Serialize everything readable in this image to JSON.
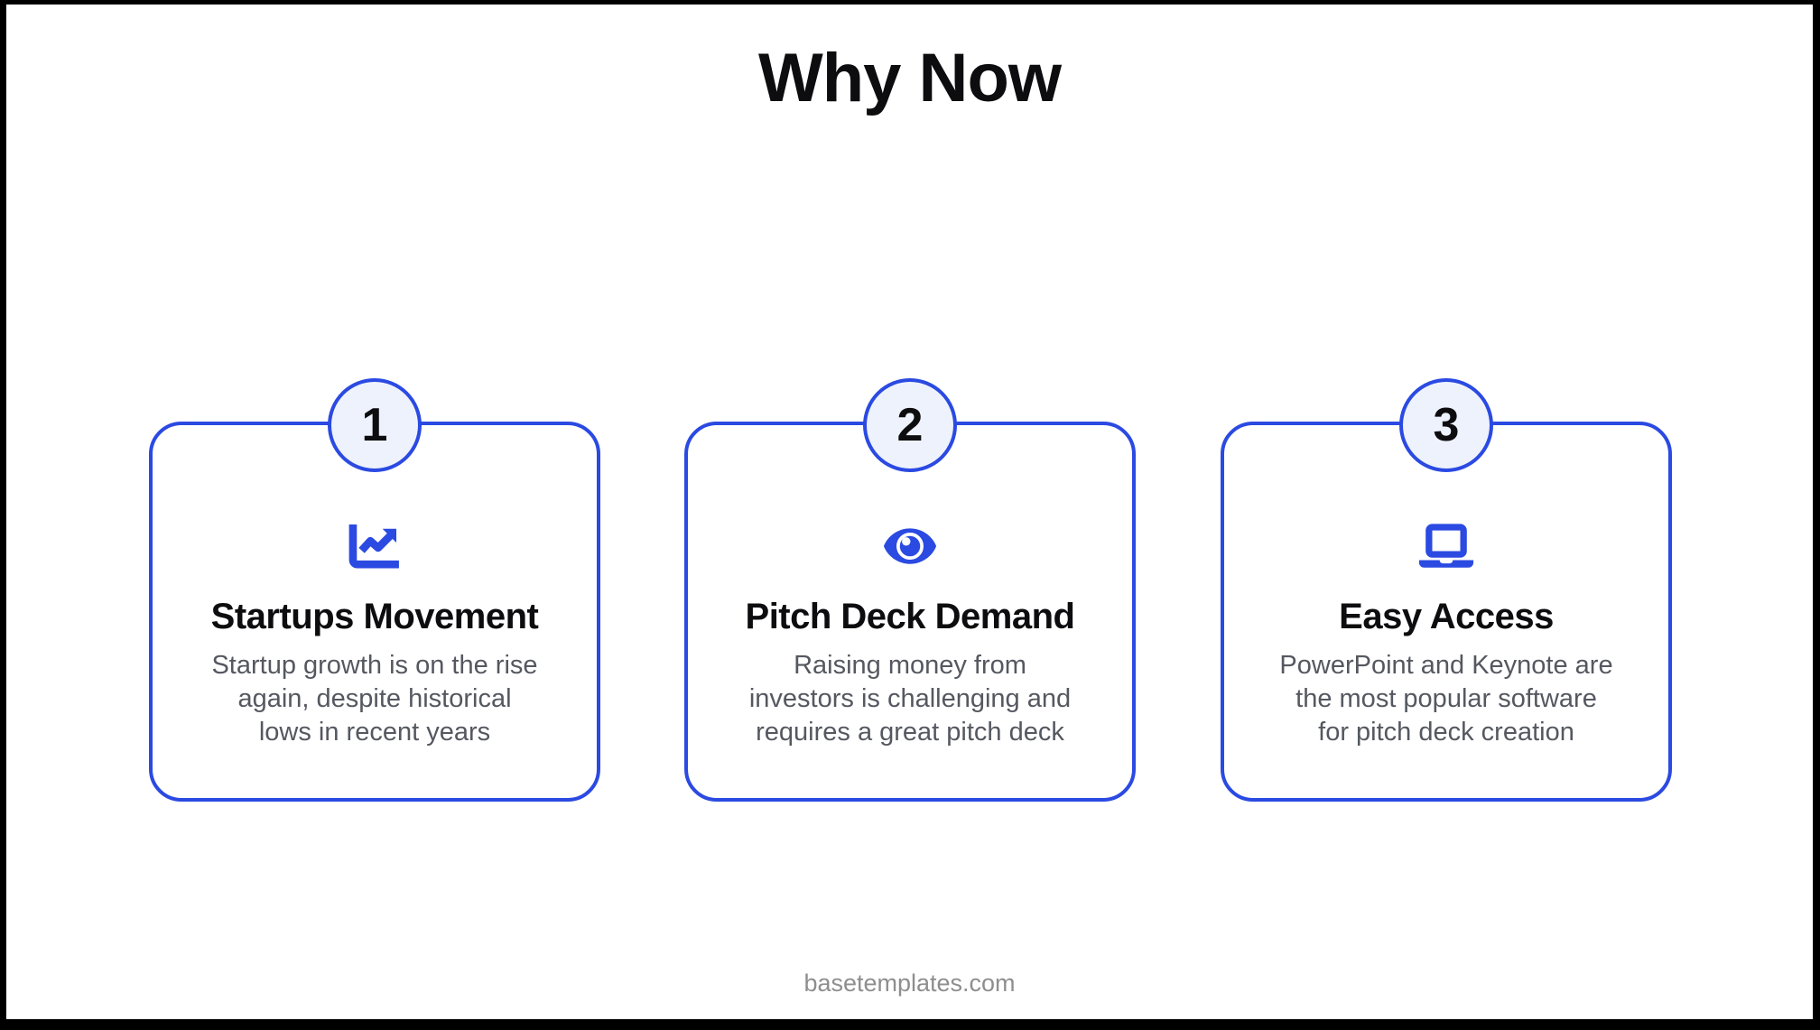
{
  "page": {
    "title": "Why Now",
    "footer": "basetemplates.com"
  },
  "colors": {
    "accent": "#2b4ae2",
    "circle_fill": "#eef2fc",
    "heading_text": "#0d0d0f",
    "body_text": "#555860",
    "footer_text": "#8e8e8e",
    "frame": "#000000",
    "background": "#ffffff"
  },
  "cards": [
    {
      "number": "1",
      "icon": "chart-line-icon",
      "title": "Startups Movement",
      "body": "Startup growth is on the rise\nagain, despite historical\nlows in recent years"
    },
    {
      "number": "2",
      "icon": "eye-icon",
      "title": "Pitch Deck Demand",
      "body": "Raising money from\ninvestors is challenging and\nrequires a great pitch deck"
    },
    {
      "number": "3",
      "icon": "laptop-icon",
      "title": "Easy Access",
      "body": "PowerPoint and Keynote are\nthe most popular software\nfor pitch deck creation"
    }
  ]
}
